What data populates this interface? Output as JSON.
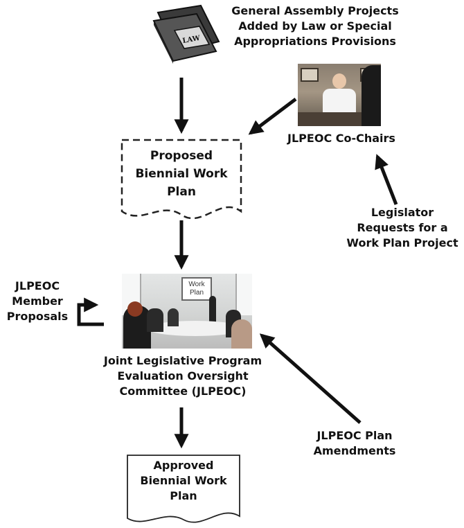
{
  "sources": {
    "general_assembly": [
      "General Assembly Projects",
      "Added by Law or Special",
      "Appropriations Provisions"
    ],
    "co_chairs": "JLPEOC Co-Chairs",
    "legislator_requests": [
      "Legislator",
      "Requests for a",
      "Work Plan Project"
    ],
    "member_proposals": [
      "JLPEOC",
      "Member",
      "Proposals"
    ],
    "plan_amendments": [
      "JLPEOC Plan",
      "Amendments"
    ]
  },
  "documents": {
    "proposed": [
      "Proposed",
      "Biennial Work",
      "Plan"
    ],
    "approved": [
      "Approved",
      "Biennial Work",
      "Plan"
    ]
  },
  "committee": [
    "Joint Legislative Program",
    "Evaluation Oversight",
    "Committee (JLPEOC)"
  ],
  "book_label": "LAW",
  "board_text": [
    "Work",
    "Plan"
  ],
  "icons": {
    "book": "law-book-icon",
    "co_chairs_photo": "meeting-photo",
    "committee_photo": "committee-meeting-photo"
  }
}
